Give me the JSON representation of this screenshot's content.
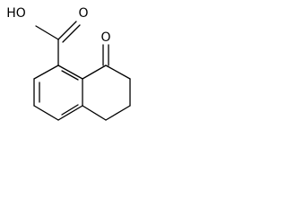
{
  "molecule": {
    "atoms": {
      "hydroxyl": "HO",
      "carboxyl_oxygen": "O",
      "ketone_oxygen": "O"
    }
  }
}
